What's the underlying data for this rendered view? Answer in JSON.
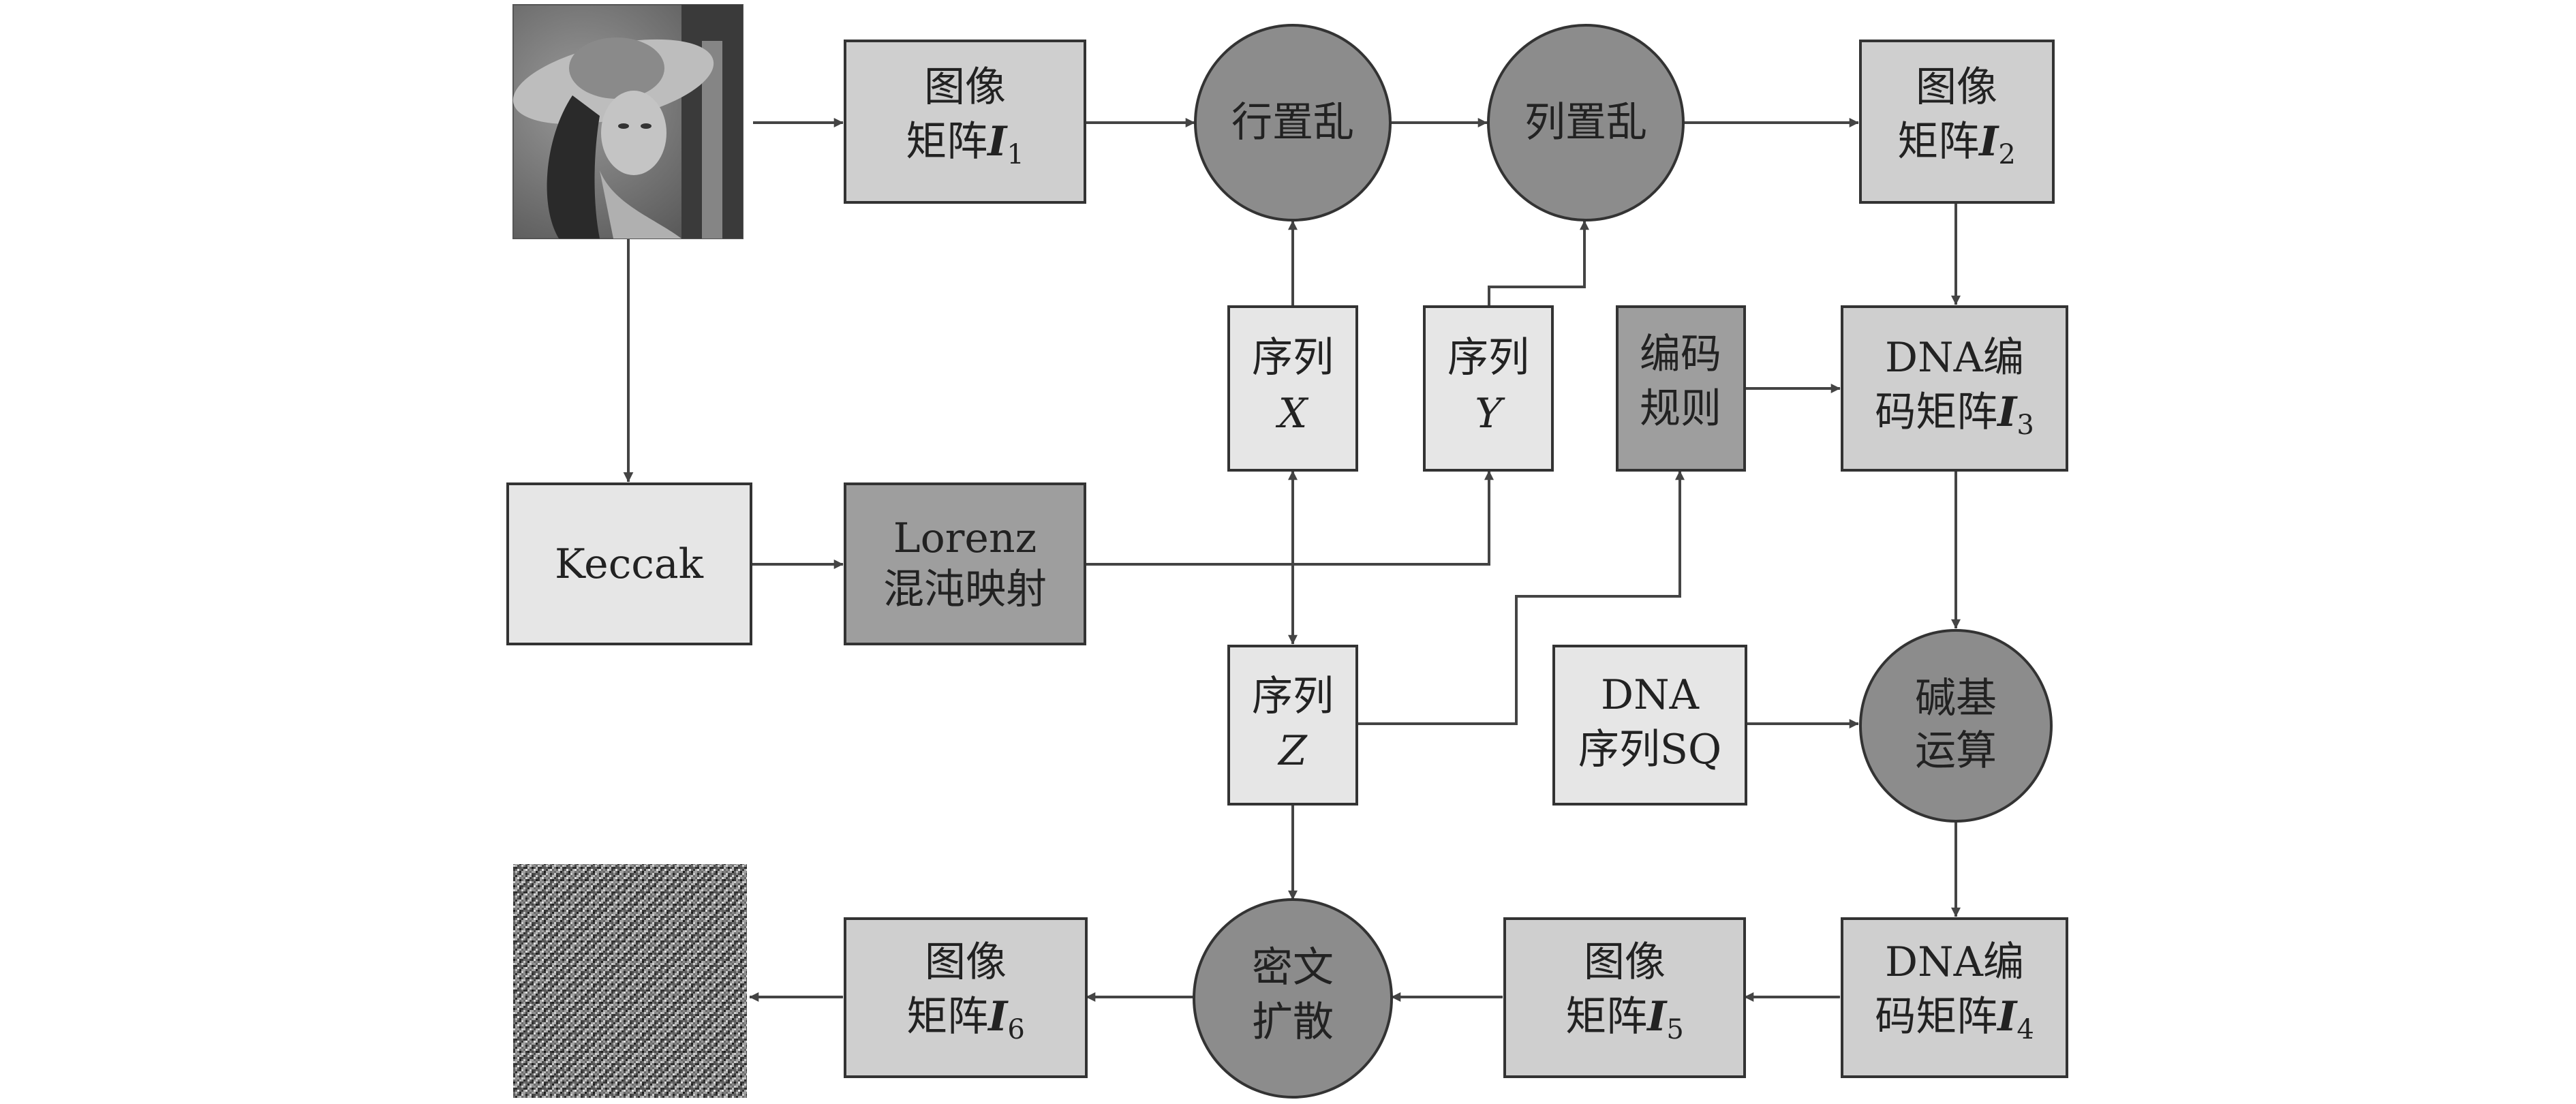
{
  "diagram": {
    "colors": {
      "light": "#e6e6e6",
      "mid": "#cfcfcf",
      "dark": "#9e9e9e",
      "circle": "#8c8c8c",
      "stroke": "#333333",
      "arrow": "#444444"
    },
    "images": {
      "input": "lena-portrait-image",
      "output": "encrypted-noise-image"
    },
    "nodes": {
      "img_i1": {
        "line1": "图像",
        "line2": "矩阵",
        "sym": "I",
        "sub": "1"
      },
      "row_perm": {
        "line1": "行置乱"
      },
      "col_perm": {
        "line1": "列置乱"
      },
      "img_i2": {
        "line1": "图像",
        "line2": "矩阵",
        "sym": "I",
        "sub": "2"
      },
      "seq_x": {
        "line1": "序列",
        "sym": "X"
      },
      "seq_y": {
        "line1": "序列",
        "sym": "Y"
      },
      "rule": {
        "line1": "编码",
        "line2": "规则"
      },
      "dna_i3": {
        "line1": "DNA编",
        "line2": "码矩阵",
        "sym": "I",
        "sub": "3"
      },
      "keccak": {
        "line1": "Keccak"
      },
      "lorenz": {
        "line1": "Lorenz",
        "line2": "混沌映射"
      },
      "seq_z": {
        "line1": "序列",
        "sym": "Z"
      },
      "dna_sq": {
        "line1": "DNA",
        "line2": "序列SQ"
      },
      "base_op": {
        "line1": "碱基",
        "line2": "运算"
      },
      "img_i6": {
        "line1": "图像",
        "line2": "矩阵",
        "sym": "I",
        "sub": "6"
      },
      "diffuse": {
        "line1": "密文",
        "line2": "扩散"
      },
      "img_i5": {
        "line1": "图像",
        "line2": "矩阵",
        "sym": "I",
        "sub": "5"
      },
      "dna_i4": {
        "line1": "DNA编",
        "line2": "码矩阵",
        "sym": "I",
        "sub": "4"
      }
    }
  }
}
